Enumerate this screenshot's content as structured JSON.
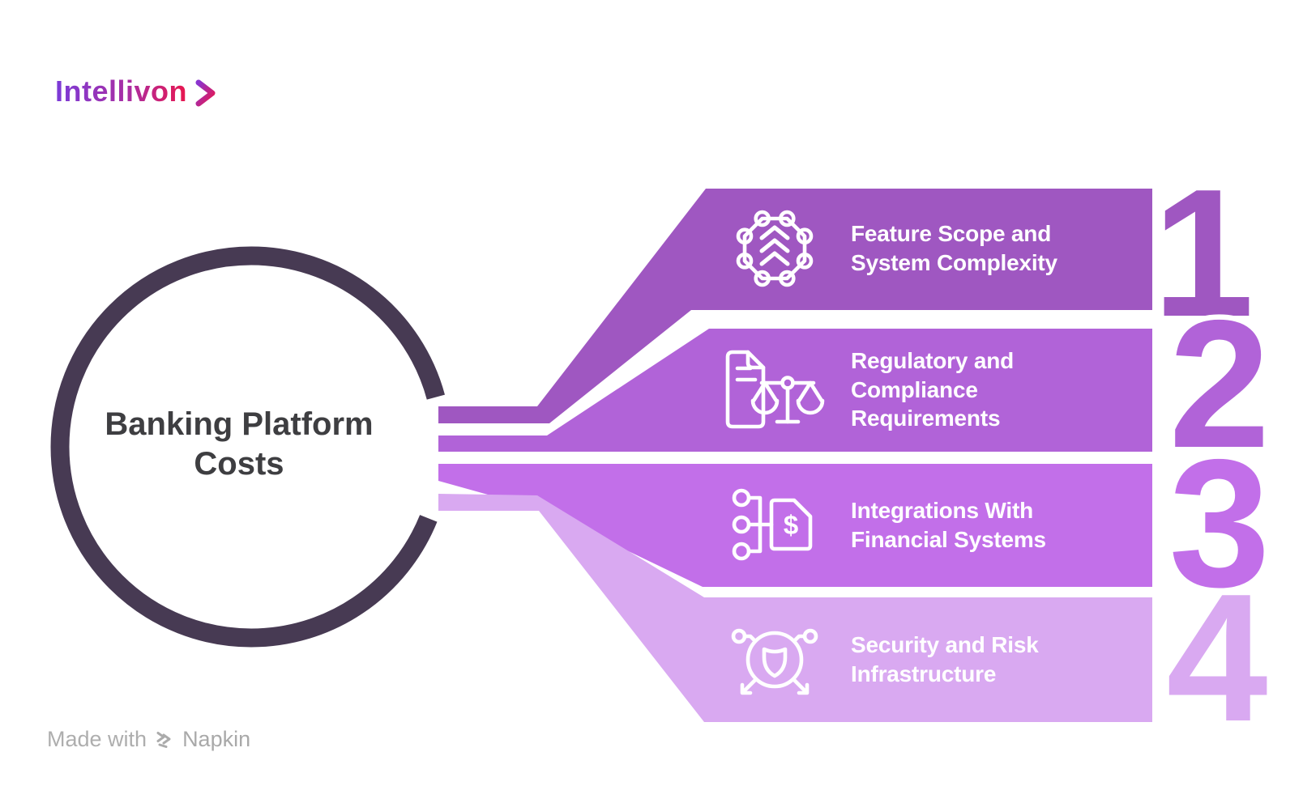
{
  "brand": {
    "logo_text": "Intellivon"
  },
  "center": {
    "title": "Banking Platform\nCosts"
  },
  "items": [
    {
      "number": "1",
      "title": "Feature Scope and\nSystem Complexity",
      "color": "#9f57c1",
      "icon": "network-nodes-icon"
    },
    {
      "number": "2",
      "title": "Regulatory and\nCompliance\nRequirements",
      "color": "#b163d8",
      "icon": "document-scales-icon"
    },
    {
      "number": "3",
      "title": "Integrations With\nFinancial Systems",
      "color": "#c26fe9",
      "icon": "financial-tag-icon"
    },
    {
      "number": "4",
      "title": "Security and Risk\nInfrastructure",
      "color": "#d9a9f1",
      "icon": "shield-network-icon"
    }
  ],
  "icon_glyphs": {
    "dollar": "$"
  },
  "footer": {
    "made_with": "Made with",
    "brand": "Napkin"
  },
  "colors": {
    "circle_stroke": "#473a53",
    "title_text": "#3e3e41",
    "logo_gradient_start": "#7b3bd8",
    "logo_gradient_end": "#e9164e",
    "footer_gray": "#aeaeae",
    "background": "#ffffff"
  }
}
